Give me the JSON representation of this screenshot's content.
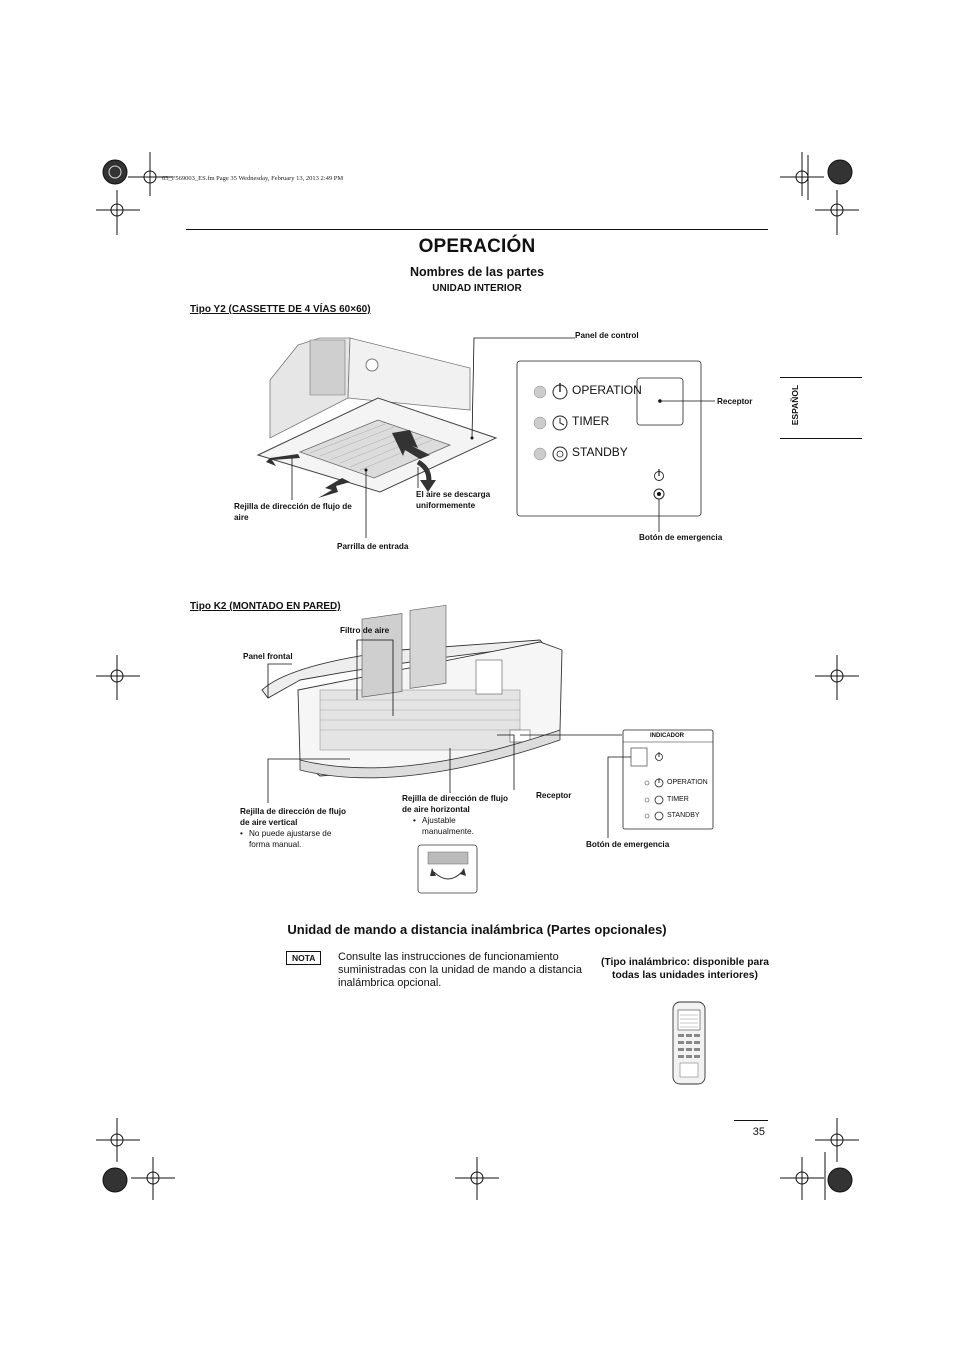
{
  "header_file": "03_F569003_ES.fm  Page 35  Wednesday, February 13, 2013  2:49 PM",
  "title": "OPERACIÓN",
  "subtitle": "Nombres de las partes",
  "subsubtitle": "UNIDAD INTERIOR",
  "side_tab": "ESPAÑOL",
  "y2": {
    "heading": "Tipo  Y2 (CASSETTE DE 4 VÍAS 60×60)",
    "labels": {
      "panel_control": "Panel de control",
      "receptor": "Receptor",
      "rejilla": "Rejilla de dirección de flujo de aire",
      "aire_descarga": "El aire se descarga uniformemente",
      "parrilla": "Parrilla de entrada",
      "boton_emergencia": "Botón de emergencia"
    },
    "indicators": [
      "OPERATION",
      "TIMER",
      "STANDBY"
    ]
  },
  "k2": {
    "heading": "Tipo K2 (MONTADO EN PARED)",
    "labels": {
      "filtro": "Filtro de aire",
      "panel_frontal": "Panel frontal",
      "indicador": "INDICADOR",
      "receptor": "Receptor",
      "rejilla_vertical": "Rejilla de dirección de flujo de aire vertical",
      "rejilla_vertical_note": "No puede ajustarse de forma manual.",
      "rejilla_horizontal": "Rejilla de dirección de flujo de aire horizontal",
      "rejilla_horizontal_note": "Ajustable manualmente.",
      "boton_emergencia": "Botón de emergencia"
    },
    "indicators": [
      "OPERATION",
      "TIMER",
      "STANDBY"
    ]
  },
  "remote_section": {
    "heading": "Unidad de mando a distancia inalámbrica (Partes opcionales)",
    "nota_label": "NOTA",
    "nota_text": "Consulte las instrucciones de funcionamiento suministradas con la unidad de mando a distancia inalámbrica opcional.",
    "wireless_label": "(Tipo inalámbrico: disponible para todas las unidades interiores)"
  },
  "page_number": "35"
}
